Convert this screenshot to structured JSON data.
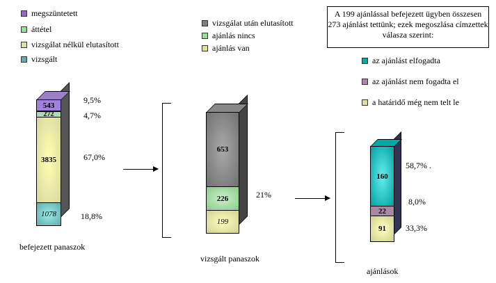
{
  "legend_left": [
    {
      "label": "megszüntetett",
      "color": "#9966cc"
    },
    {
      "label": "áttétel",
      "color": "#99dd99"
    },
    {
      "label": "vizsgálat nélkül elutasított",
      "color": "#e0e0a0"
    },
    {
      "label": "vizsgált",
      "color": "#66aaaa"
    }
  ],
  "legend_middle": [
    {
      "label": "vizsgálat után elutasított",
      "color": "#808080"
    },
    {
      "label": "ajánlás nincs",
      "color": "#99dd99"
    },
    {
      "label": "ajánlás van",
      "color": "#e0e0a0"
    }
  ],
  "note": "A 199 ajánlással befejezett ügyben  összesen 273 ajánlást tettünk;  ezek megoszlása címzettek válasza szerint:",
  "legend_right": [
    {
      "label": "az ajánlást elfogadta",
      "color": "#00aaaa"
    },
    {
      "label": "az ajánlást nem fogadta el",
      "color": "#aa88aa"
    },
    {
      "label": "a határidő még nem telt le",
      "color": "#e0e0a0"
    }
  ],
  "chart_data": [
    {
      "type": "bar",
      "title": "befejezett panaszok",
      "segments": [
        {
          "name": "megszüntetett",
          "value": 543,
          "label": "543",
          "pct": "9,5%"
        },
        {
          "name": "áttétel",
          "value": 272,
          "label": "272",
          "pct": "4,7%"
        },
        {
          "name": "vizsgálat nélkül elutasított",
          "value": 3835,
          "label": "3835",
          "pct": "67,0%"
        },
        {
          "name": "vizsgált",
          "value": 1078,
          "label": "1078",
          "pct": "18,8%"
        }
      ]
    },
    {
      "type": "bar",
      "title": "vizsgált panaszok",
      "segments": [
        {
          "name": "vizsgálat után elutasított",
          "value": 653,
          "label": "653"
        },
        {
          "name": "ajánlás nincs",
          "value": 226,
          "label": "226"
        },
        {
          "name": "ajánlás van",
          "value": 199,
          "label": "199"
        }
      ],
      "pct": "21%"
    },
    {
      "type": "bar",
      "title": "ajánlások",
      "segments": [
        {
          "name": "az ajánlást elfogadta",
          "value": 160,
          "label": "160",
          "pct": "58,7% ."
        },
        {
          "name": "az ajánlást nem fogadta el",
          "value": 22,
          "label": "22",
          "pct": "8,0%"
        },
        {
          "name": "a határidő még nem telt le",
          "value": 91,
          "label": "91",
          "pct": "33,3%"
        }
      ]
    }
  ]
}
